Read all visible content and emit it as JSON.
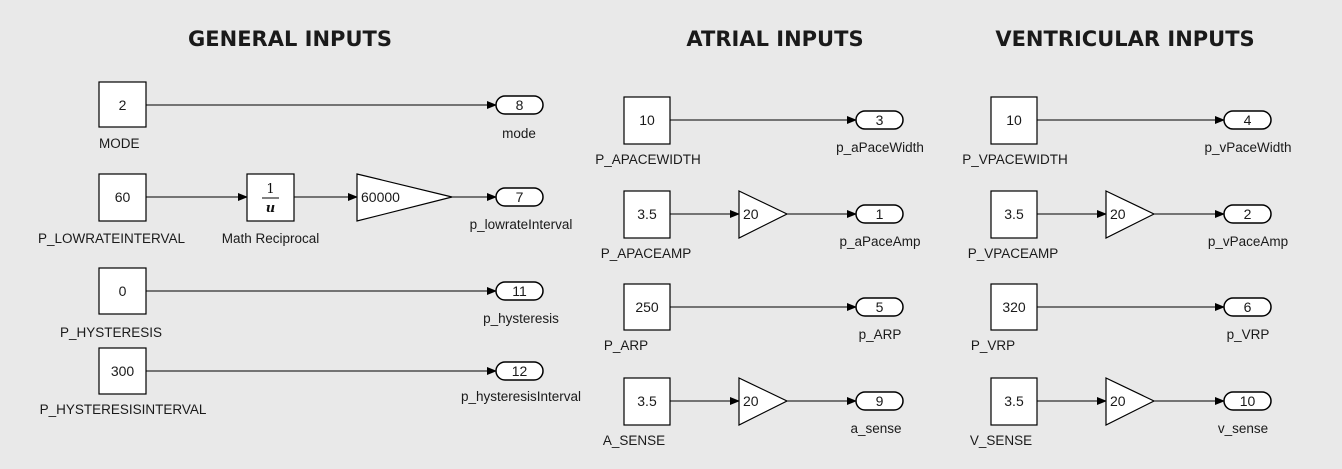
{
  "sections": {
    "general": "GENERAL INPUTS",
    "atrial": "ATRIAL INPUTS",
    "ventricular": "VENTRICULAR INPUTS"
  },
  "general": {
    "mode": {
      "value": "2",
      "label": "MODE",
      "port": "8",
      "port_label": "mode"
    },
    "lowrate": {
      "value": "60",
      "label": "P_LOWRATEINTERVAL",
      "reciprocal_num": "1",
      "reciprocal_den": "u",
      "reciprocal_label": "Math Reciprocal",
      "gain": "60000",
      "port": "7",
      "port_label": "p_lowrateInterval"
    },
    "hysteresis": {
      "value": "0",
      "label": "P_HYSTERESIS",
      "port": "11",
      "port_label": "p_hysteresis"
    },
    "hysteresis_interval": {
      "value": "300",
      "label": "P_HYSTERESISINTERVAL",
      "port": "12",
      "port_label": "p_hysteresisInterval"
    }
  },
  "atrial": {
    "pacewidth": {
      "value": "10",
      "label": "P_APACEWIDTH",
      "port": "3",
      "port_label": "p_aPaceWidth"
    },
    "paceamp": {
      "value": "3.5",
      "label": "P_APACEAMP",
      "gain": "20",
      "port": "1",
      "port_label": "p_aPaceAmp"
    },
    "arp": {
      "value": "250",
      "label": "P_ARP",
      "port": "5",
      "port_label": "p_ARP"
    },
    "sense": {
      "value": "3.5",
      "label": "A_SENSE",
      "gain": "20",
      "port": "9",
      "port_label": "a_sense"
    }
  },
  "ventricular": {
    "pacewidth": {
      "value": "10",
      "label": "P_VPACEWIDTH",
      "port": "4",
      "port_label": "p_vPaceWidth"
    },
    "paceamp": {
      "value": "3.5",
      "label": "P_VPACEAMP",
      "gain": "20",
      "port": "2",
      "port_label": "p_vPaceAmp"
    },
    "vrp": {
      "value": "320",
      "label": "P_VRP",
      "port": "6",
      "port_label": "p_VRP"
    },
    "sense": {
      "value": "3.5",
      "label": "V_SENSE",
      "gain": "20",
      "port": "10",
      "port_label": "v_sense"
    }
  }
}
